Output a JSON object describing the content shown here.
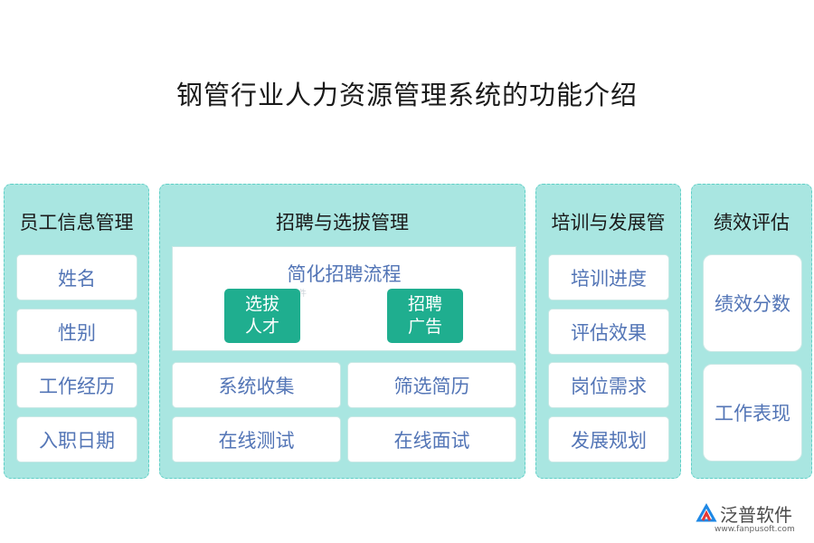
{
  "title": "钢管行业人力资源管理系统的功能介绍",
  "panels": {
    "employee": {
      "title": "员工信息管理",
      "items": [
        "姓名",
        "性别",
        "工作经历",
        "入职日期"
      ]
    },
    "recruit": {
      "title": "招聘与选拔管理",
      "simplify_title": "简化招聘流程",
      "buttons": [
        {
          "line1": "选拔",
          "line2": "人才"
        },
        {
          "line1": "招聘",
          "line2": "广告"
        }
      ],
      "watermark": "泛普软件",
      "items": [
        "系统收集",
        "筛选简历",
        "在线测试",
        "在线面试"
      ]
    },
    "training": {
      "title": "培训与发展管",
      "items": [
        "培训进度",
        "评估效果",
        "岗位需求",
        "发展规划"
      ]
    },
    "performance": {
      "title": "绩效评估",
      "items": [
        "绩效分数",
        "工作表现"
      ]
    }
  },
  "logo": {
    "name": "泛普软件",
    "url": "www.fanpusoft.com",
    "colors": {
      "primary": "#1e88e5",
      "accent": "#e53935"
    }
  },
  "colors": {
    "panel_bg": "#a9e6e1",
    "card_text": "#5375b6",
    "button_bg": "#1fae8f"
  }
}
